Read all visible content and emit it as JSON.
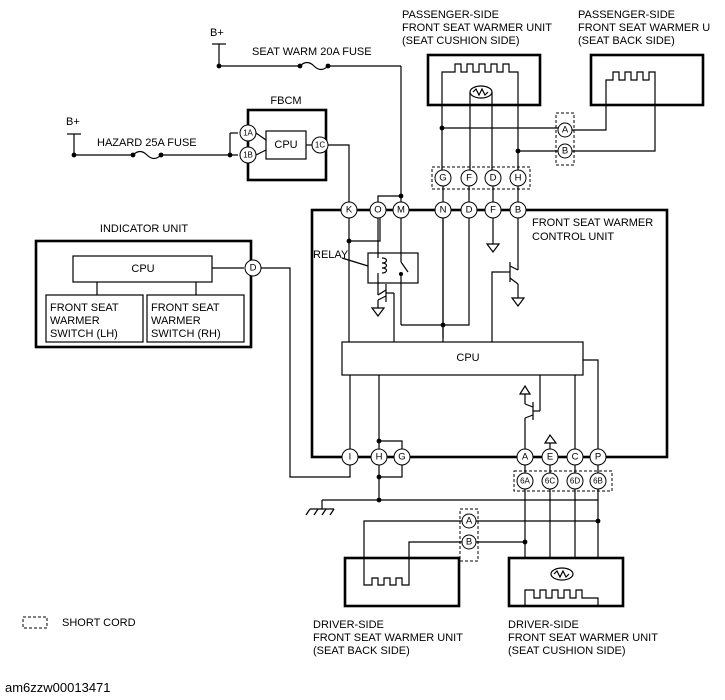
{
  "labels": {
    "b_plus_top": "B+",
    "b_plus_left": "B+",
    "seat_warm_fuse": "SEAT WARM 20A FUSE",
    "hazard_fuse": "HAZARD 25A FUSE",
    "fbcm": "FBCM",
    "fbcm_cpu": "CPU",
    "indicator_unit": "INDICATOR UNIT",
    "indicator_cpu": "CPU",
    "switch_lh": [
      "FRONT SEAT",
      "WARMER",
      "SWITCH (LH)"
    ],
    "switch_rh": [
      "FRONT SEAT",
      "WARMER",
      "SWITCH (RH)"
    ],
    "control_unit": [
      "FRONT SEAT WARMER",
      "CONTROL UNIT"
    ],
    "control_cpu": "CPU",
    "relay": "RELAY",
    "pass_cushion": [
      "PASSENGER-SIDE",
      "FRONT SEAT WARMER UNIT",
      "(SEAT CUSHION SIDE)"
    ],
    "pass_back": [
      "PASSENGER-SIDE",
      "FRONT SEAT WARMER U",
      "(SEAT BACK SIDE)"
    ],
    "drv_back": [
      "DRIVER-SIDE",
      "FRONT SEAT WARMER UNIT",
      "(SEAT BACK SIDE)"
    ],
    "drv_cushion": [
      "DRIVER-SIDE",
      "FRONT SEAT WARMER UNIT",
      "(SEAT CUSHION SIDE)"
    ],
    "legend_short_cord": "SHORT CORD",
    "figure_id": "am6zzw00013471"
  },
  "pins": {
    "fbcm_1a": "1A",
    "fbcm_1b": "1B",
    "fbcm_1c": "1C",
    "ind_d": "D",
    "cu_k": "K",
    "cu_o": "O",
    "cu_m": "M",
    "cu_n": "N",
    "cu_d": "D",
    "cu_f": "F",
    "cu_b": "B",
    "cu_i": "I",
    "cu_h": "H",
    "cu_g": "G",
    "cu_a": "A",
    "cu_e": "E",
    "cu_c": "C",
    "cu_p": "P",
    "pc_g": "G",
    "pc_f": "F",
    "pc_d": "D",
    "pc_h": "H",
    "pb_a": "A",
    "pb_b": "B",
    "dc_6a": "6A",
    "dc_6c": "6C",
    "dc_6d": "6D",
    "dc_6b": "6B",
    "db_a": "A",
    "db_b": "B"
  }
}
